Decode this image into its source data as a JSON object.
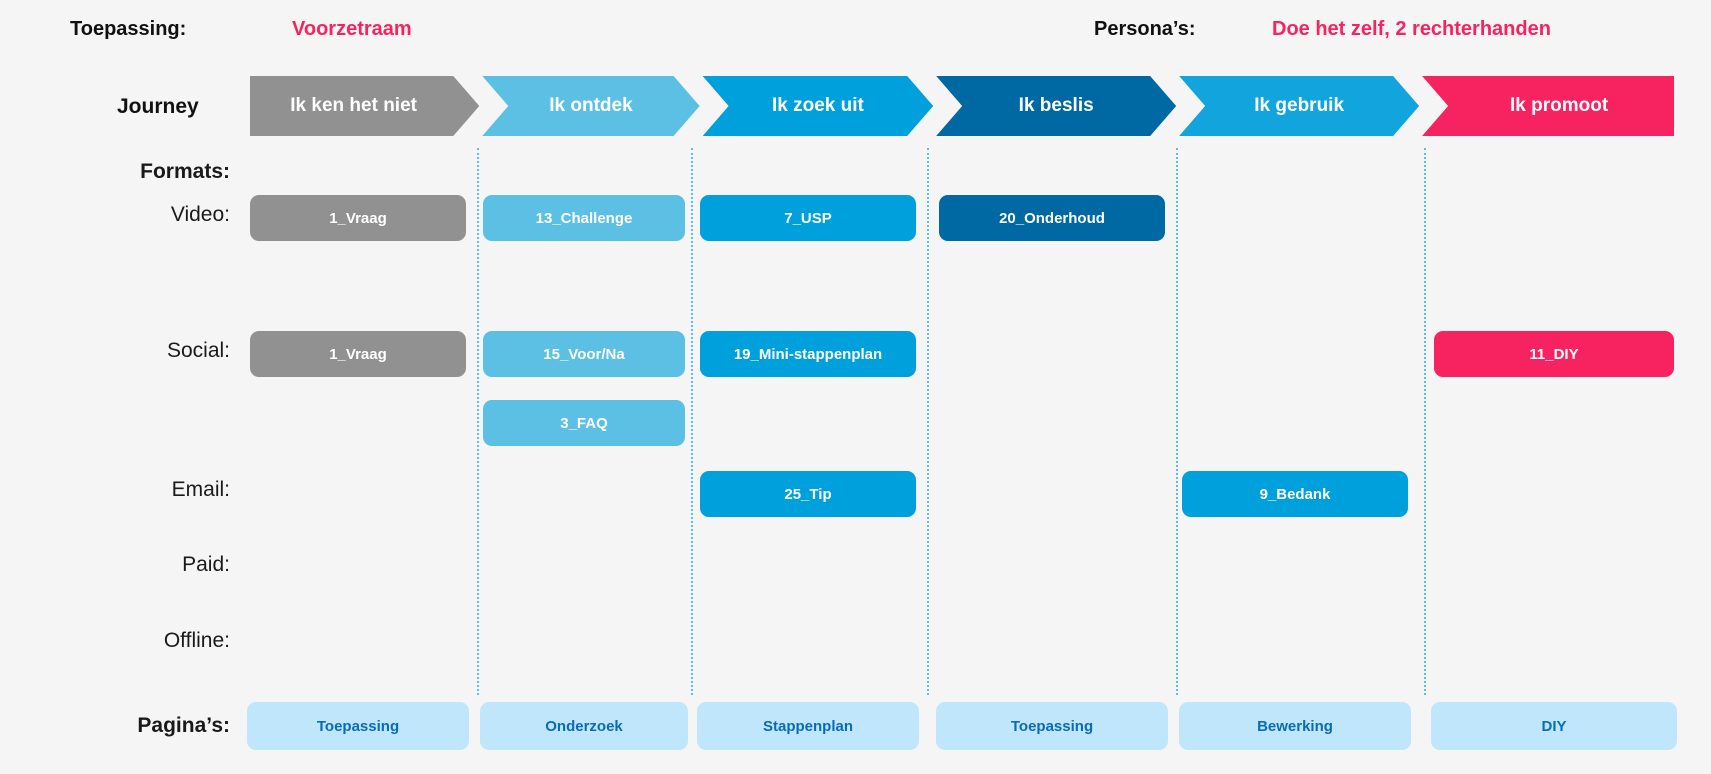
{
  "meta": {
    "toepassing_label": "Toepassing:",
    "toepassing_value": "Voorzetraam",
    "persona_label": "Persona’s:",
    "persona_value": "Doe het zelf, 2 rechterhanden",
    "accent_pink": "#f72360"
  },
  "journey": {
    "label": "Journey",
    "stages": [
      {
        "label": "Ik ken het niet",
        "color": "#919191"
      },
      {
        "label": "Ik ontdek",
        "color": "#5cc0e4"
      },
      {
        "label": "Ik zoek uit",
        "color": "#00a0dc"
      },
      {
        "label": "Ik beslis",
        "color": "#0068a3"
      },
      {
        "label": "Ik gebruik",
        "color": "#12a5dd"
      },
      {
        "label": "Ik promoot",
        "color": "#f72360"
      }
    ]
  },
  "formats": {
    "header_label": "Formats:",
    "rows": [
      {
        "label": "Video:"
      },
      {
        "label": "Social:"
      },
      {
        "label": "Email:"
      },
      {
        "label": "Paid:"
      },
      {
        "label": "Offline:"
      }
    ],
    "tiles": [
      {
        "label": "1_Vraag",
        "row": "Video",
        "column": 0,
        "color": "#919191"
      },
      {
        "label": "13_Challenge",
        "row": "Video",
        "column": 1,
        "color": "#5cc0e4"
      },
      {
        "label": "7_USP",
        "row": "Video",
        "column": 2,
        "color": "#00a0dc"
      },
      {
        "label": "20_Onderhoud",
        "row": "Video",
        "column": 3,
        "color": "#0068a3"
      },
      {
        "label": "1_Vraag",
        "row": "Social",
        "column": 0,
        "color": "#919191"
      },
      {
        "label": "15_Voor/Na",
        "row": "Social",
        "column": 1,
        "color": "#5cc0e4"
      },
      {
        "label": "19_Mini-stappenplan",
        "row": "Social",
        "column": 2,
        "color": "#00a0dc"
      },
      {
        "label": "11_DIY",
        "row": "Social",
        "column": 5,
        "color": "#f72360"
      },
      {
        "label": "3_FAQ",
        "row": "Social2",
        "column": 1,
        "color": "#5cc0e4"
      },
      {
        "label": "25_Tip",
        "row": "Email",
        "column": 2,
        "color": "#00a0dc"
      },
      {
        "label": "9_Bedank",
        "row": "Email",
        "column": 4,
        "color": "#00a0dc"
      }
    ]
  },
  "pages": {
    "label": "Pagina’s:",
    "tiles": [
      {
        "label": "Toepassing",
        "column": 0
      },
      {
        "label": "Onderzoek",
        "column": 1
      },
      {
        "label": "Stappenplan",
        "column": 2
      },
      {
        "label": "Toepassing",
        "column": 3
      },
      {
        "label": "Bewerking",
        "column": 4
      },
      {
        "label": "DIY",
        "column": 5
      }
    ]
  }
}
